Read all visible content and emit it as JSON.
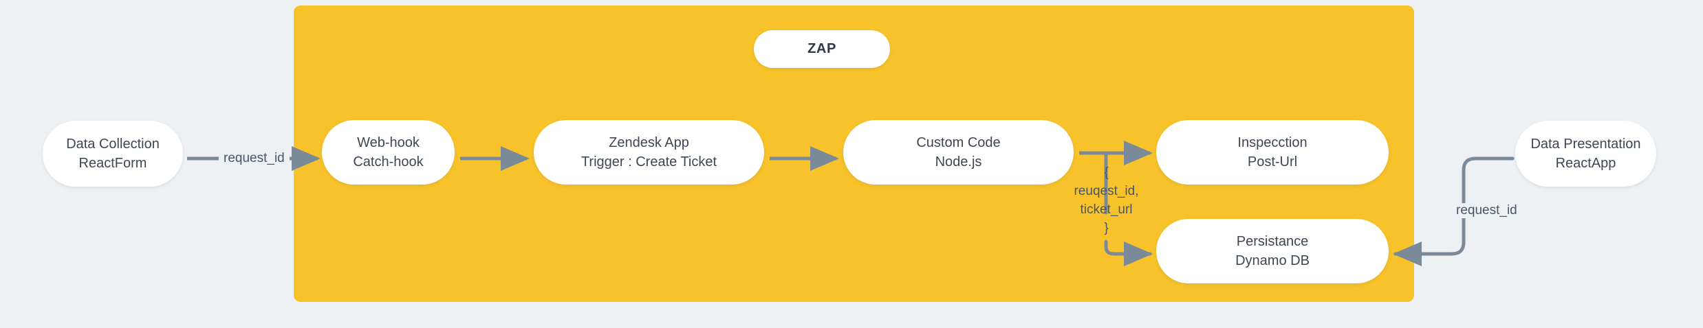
{
  "diagram": {
    "title": "ZAP Integration Flow",
    "background_color": "#edf1f4",
    "panel_color": "#f7c22a",
    "node_color": "#ffffff",
    "connector_color": "#7a8a99",
    "text_color": "#3c4654"
  },
  "zap_panel": {
    "badge_label": "ZAP"
  },
  "nodes": [
    {
      "id": "data-collection",
      "line1": "Data Collection",
      "line2": "ReactForm"
    },
    {
      "id": "webhook",
      "line1": "Web-hook",
      "line2": "Catch-hook"
    },
    {
      "id": "zendesk",
      "line1": "Zendesk App",
      "line2": "Trigger : Create Ticket"
    },
    {
      "id": "custom-code",
      "line1": "Custom Code",
      "line2": "Node.js"
    },
    {
      "id": "inspecction",
      "line1": "Inspecction",
      "line2": "Post-Url"
    },
    {
      "id": "persistance",
      "line1": "Persistance",
      "line2": "Dynamo DB"
    },
    {
      "id": "data-presentation",
      "line1": "Data Presentation",
      "line2": "ReactApp"
    }
  ],
  "edges": {
    "request_id_in": "request_id",
    "request_id_out": "request_id",
    "payload": {
      "open_brace": "{",
      "field1": "reuqest_id,",
      "field2": "ticket_url",
      "close_brace": "}"
    }
  }
}
